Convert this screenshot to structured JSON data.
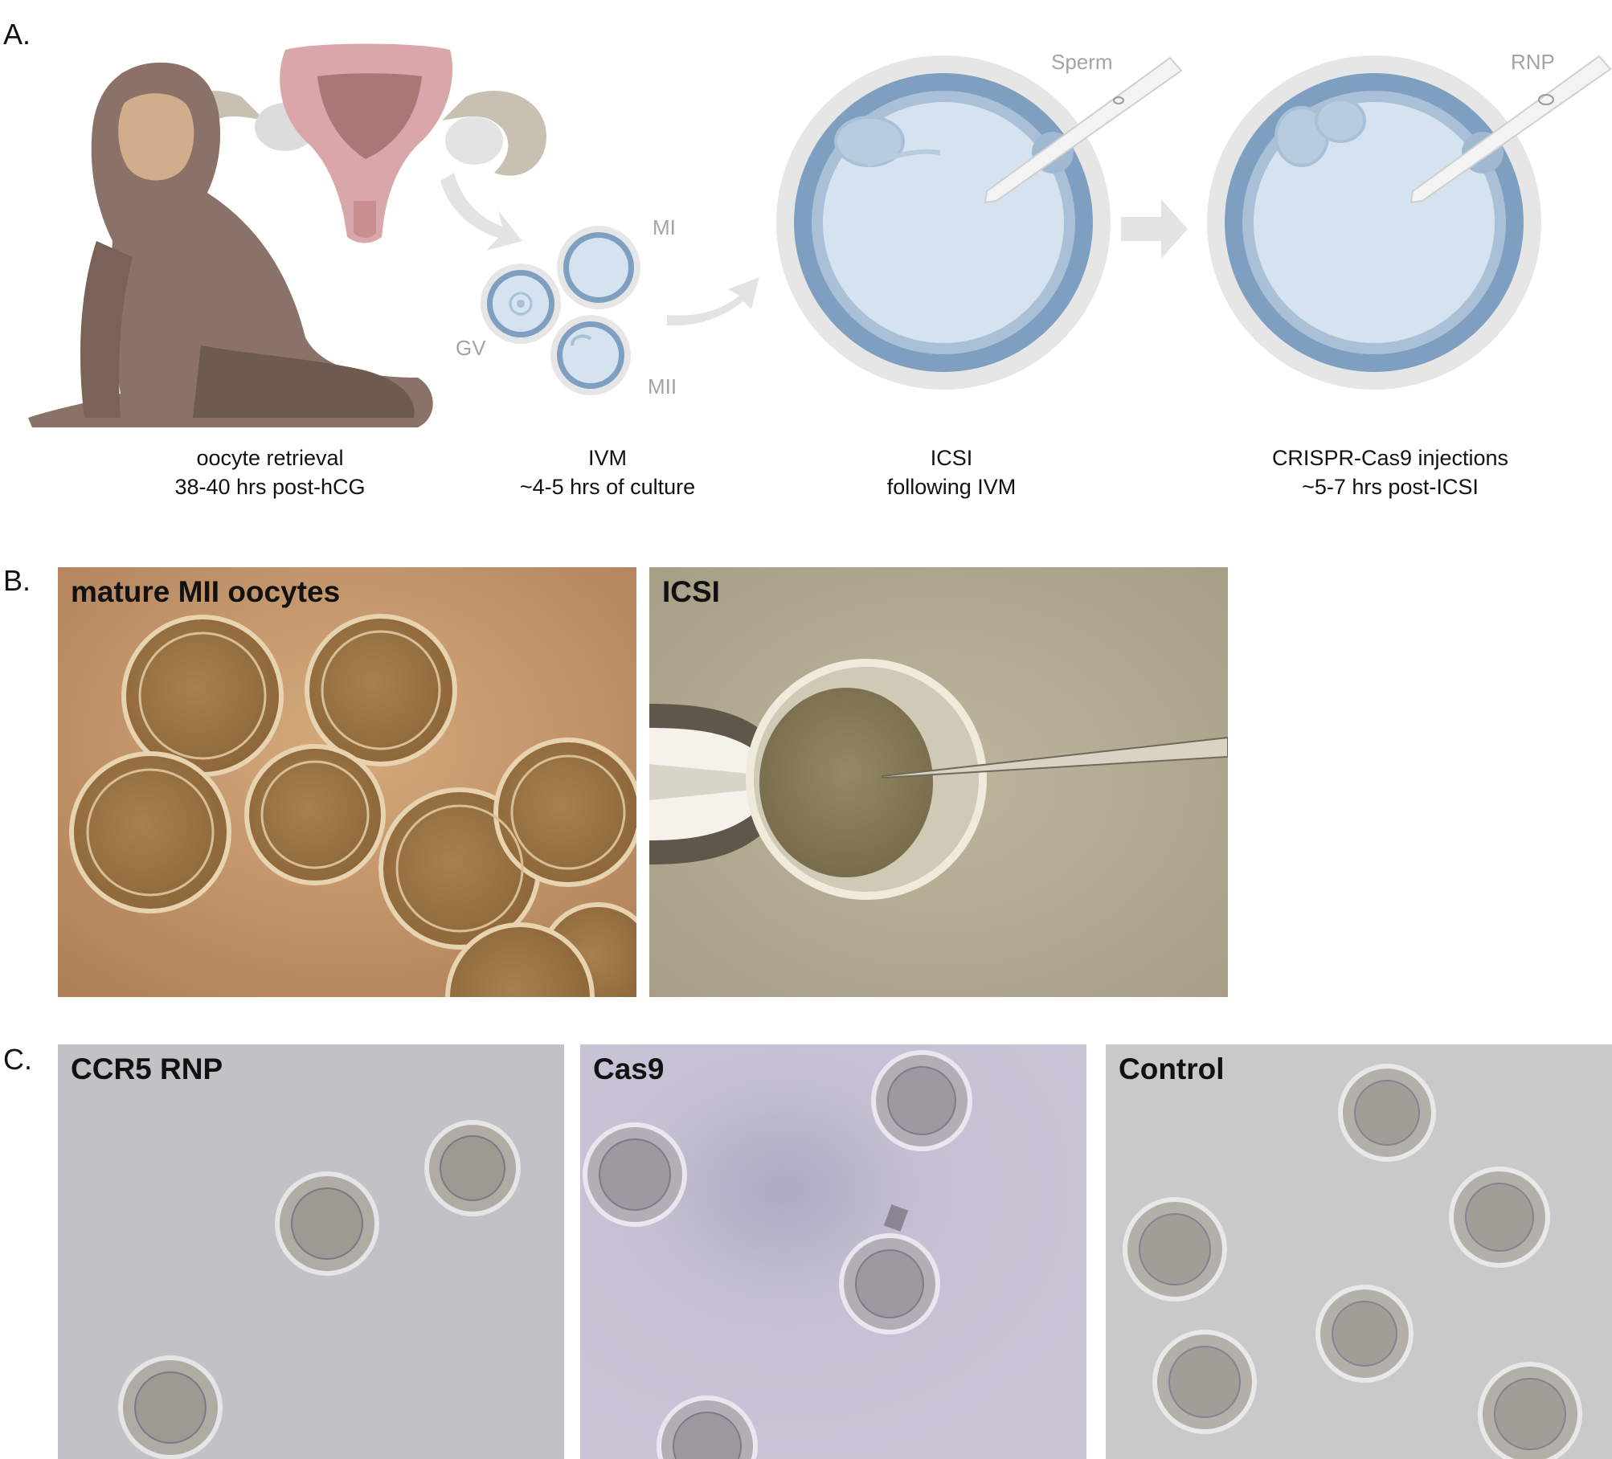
{
  "panels": {
    "a": {
      "letter": "A.",
      "steps": [
        {
          "line1": "oocyte retrieval",
          "line2": "38-40 hrs post-hCG"
        },
        {
          "line1": "IVM",
          "line2": "~4-5 hrs of culture"
        },
        {
          "line1": "ICSI",
          "line2": "following IVM"
        },
        {
          "line1": "CRISPR-Cas9 injections",
          "line2": "~5-7 hrs post-ICSI"
        }
      ],
      "oocyte_stages": {
        "gv": "GV",
        "mi": "MI",
        "mii": "MII"
      },
      "pipette_labels": {
        "sperm": "Sperm",
        "rnp": "RNP"
      }
    },
    "b": {
      "letter": "B.",
      "images": [
        {
          "label": "mature MII oocytes"
        },
        {
          "label": "ICSI"
        }
      ]
    },
    "c": {
      "letter": "C.",
      "images": [
        {
          "label": "CCR5 RNP"
        },
        {
          "label": "Cas9"
        },
        {
          "label": "Control"
        }
      ]
    }
  },
  "colors": {
    "monkey_body": "#8a7268",
    "monkey_face": "#d2ad8c",
    "uterus": "#d9a7a9",
    "oocyte_blue": "#7f9fc0",
    "cytoplasm": "#d5e2ef",
    "zona_gray": "#e6e6e6",
    "b_left_bg": "#c49a6e",
    "b_right_bg": "#b3aa92",
    "c_ccr5_bg": "#c2c2c6",
    "c_cas9_bg": "#c6c1d4",
    "c_control_bg": "#c9c9c9"
  }
}
